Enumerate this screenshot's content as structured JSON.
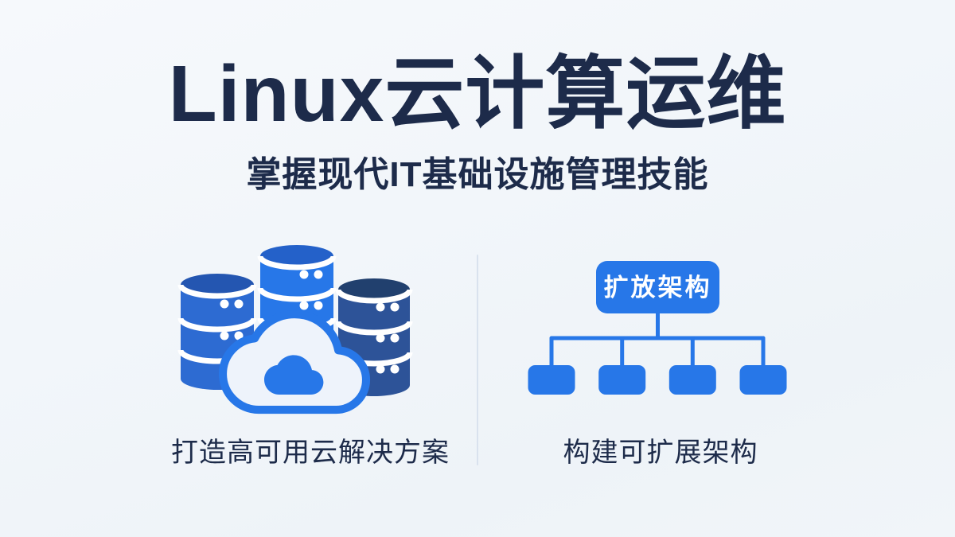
{
  "poster": {
    "title": "Linux云计算运维",
    "subtitle": "掌握现代IT基础设施管理技能"
  },
  "features": {
    "left": {
      "icon": "cloud-database-icon",
      "database_stack_count": 3,
      "caption": "打造高可用云解决方案"
    },
    "right": {
      "icon": "scaling-architecture-diagram",
      "node_label": "扩放架构",
      "child_node_count": 4,
      "caption": "构建可扩展架构"
    }
  },
  "colors": {
    "ink": "#1d2b4a",
    "accent": "#2777e8",
    "accent-dark": "#2461c9",
    "db-left": "#2d6bd2",
    "db-left-top": "#2456b1",
    "db-right": "#2d5398",
    "db-right-top": "#21406e",
    "cloud-fill": "#eef3fb",
    "divider": "#d9e2ee",
    "bg": "#f4f7fa"
  }
}
